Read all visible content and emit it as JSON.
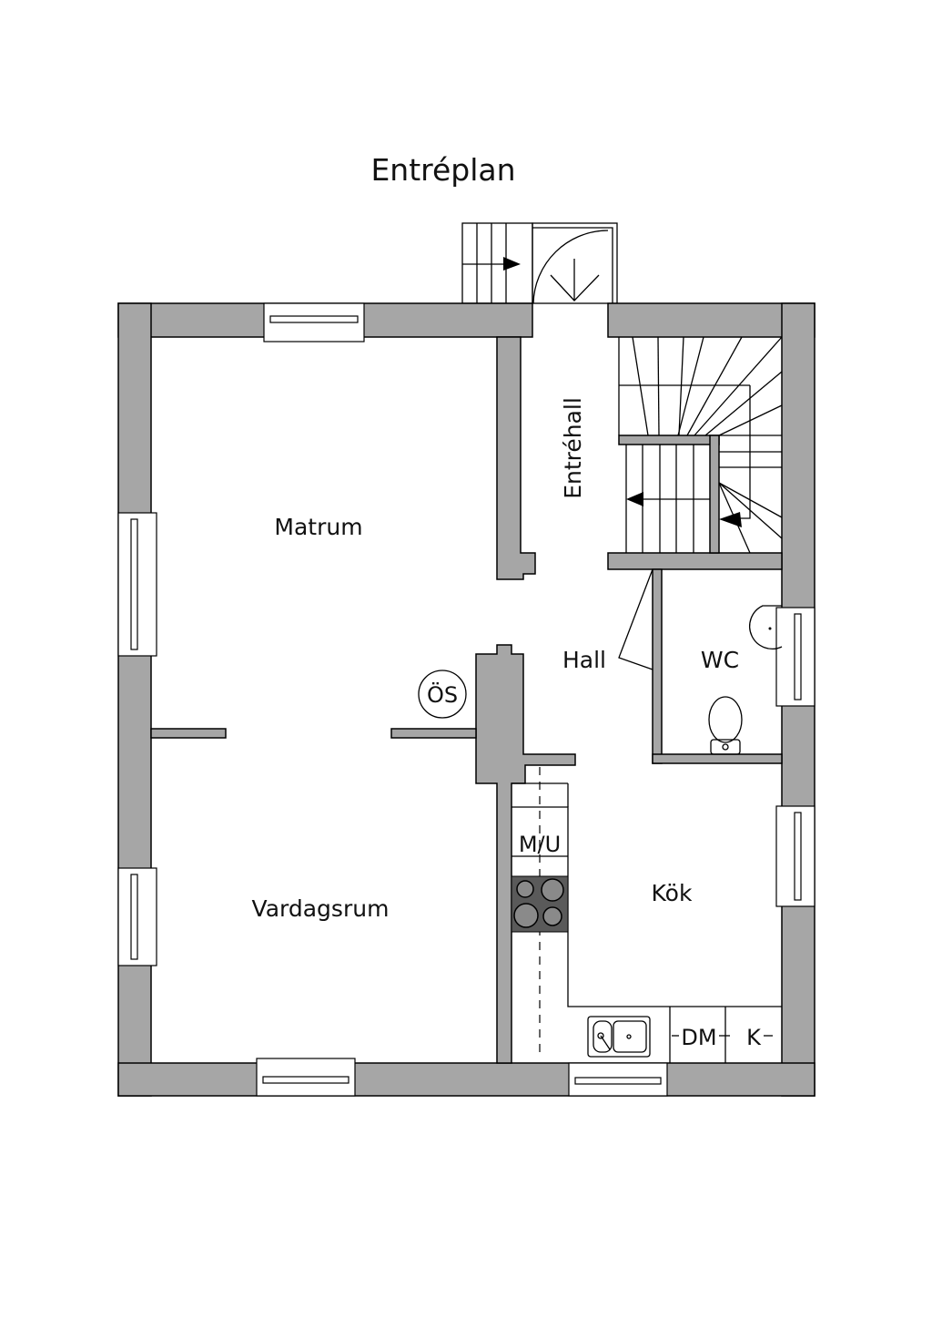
{
  "title": "Entréplan",
  "rooms": {
    "matrum": "Matrum",
    "entrehall": "Entréhall",
    "hall": "Hall",
    "wc": "WC",
    "vardagsrum": "Vardagsrum",
    "kok": "Kök",
    "os": "ÖS",
    "mu": "M/U",
    "dm": "DM",
    "k": "K"
  },
  "colors": {
    "wall": "#a6a6a6",
    "stove": "#5a5a5a"
  }
}
